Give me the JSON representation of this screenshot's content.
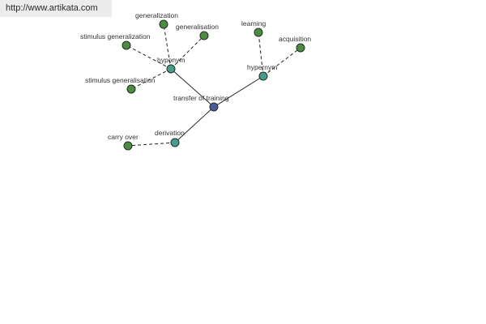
{
  "source_url": "http://www.artikata.com",
  "colors": {
    "center": "#4a5a9a",
    "relation": "#4a9a8e",
    "term": "#4f8a44"
  },
  "nodes": {
    "center": {
      "label": "transfer of training"
    },
    "hyponym": {
      "label": "hyponym"
    },
    "hypernym": {
      "label": "hypernym"
    },
    "derivation": {
      "label": "derivation"
    },
    "generalization": {
      "label": "generalization"
    },
    "generalisation": {
      "label": "generalisation"
    },
    "stimulus_generalization": {
      "label": "stimulus generalization"
    },
    "stimulus_generalisation": {
      "label": "stimulus generalisation"
    },
    "learning": {
      "label": "learning"
    },
    "acquisition": {
      "label": "acquisition"
    },
    "carry_over": {
      "label": "carry over"
    }
  }
}
